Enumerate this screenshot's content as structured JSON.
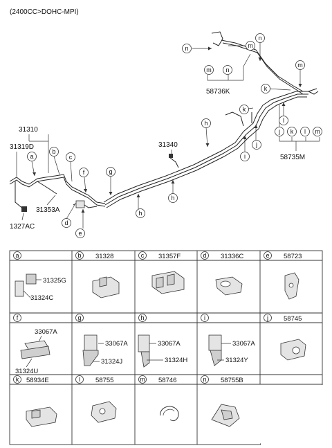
{
  "header": {
    "engine_note": "(2400CC>DOHC-MPI)"
  },
  "parts": {
    "p31310": "31310",
    "p31319D": "31319D",
    "p31353A": "31353A",
    "p1327AC": "1327AC",
    "p31340": "31340",
    "p58736K": "58736K",
    "p58735M": "58735M"
  },
  "callouts": {
    "a": "a",
    "b": "b",
    "c": "c",
    "d": "d",
    "e": "e",
    "f": "f",
    "g": "g",
    "h": "h",
    "i": "i",
    "j": "j",
    "k": "k",
    "l": "l",
    "m": "m",
    "n": "n"
  },
  "table": {
    "cells": [
      {
        "letter": "a",
        "part": "",
        "labels": [
          "31325G",
          "31324C"
        ]
      },
      {
        "letter": "b",
        "part": "31328",
        "labels": []
      },
      {
        "letter": "c",
        "part": "31357F",
        "labels": []
      },
      {
        "letter": "d",
        "part": "31336C",
        "labels": []
      },
      {
        "letter": "e",
        "part": "58723",
        "labels": []
      },
      {
        "letter": "f",
        "part": "",
        "labels": [
          "33067A",
          "31324U"
        ]
      },
      {
        "letter": "g",
        "part": "",
        "labels": [
          "33067A",
          "31324J"
        ]
      },
      {
        "letter": "h",
        "part": "",
        "labels": [
          "33067A",
          "31324H"
        ]
      },
      {
        "letter": "i",
        "part": "",
        "labels": [
          "33067A",
          "31324Y"
        ]
      },
      {
        "letter": "j",
        "part": "58745",
        "labels": []
      },
      {
        "letter": "k",
        "part": "58934E",
        "labels": []
      },
      {
        "letter": "l",
        "part": "58755",
        "labels": []
      },
      {
        "letter": "m",
        "part": "58746",
        "labels": []
      },
      {
        "letter": "n",
        "part": "58755B",
        "labels": []
      }
    ]
  }
}
